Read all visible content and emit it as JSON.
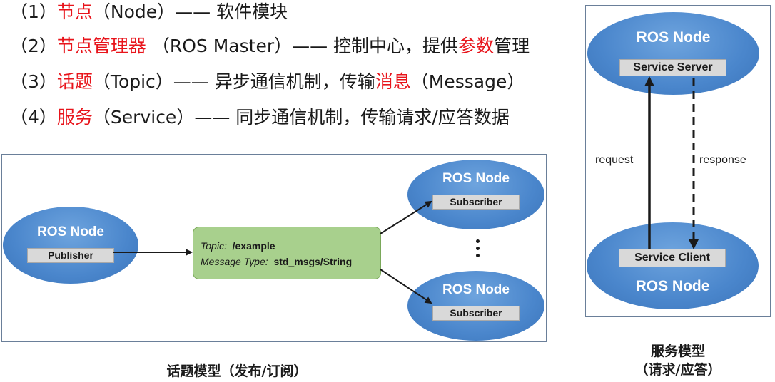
{
  "concepts": [
    {
      "num": "（1）",
      "term": "节点",
      "desc": "（Node）—— 软件模块"
    },
    {
      "num": "（2）",
      "term": "节点管理器",
      "desc_a": " （ROS Master）—— 控制中心，提供",
      "highlight": "参数",
      "desc_b": "管理"
    },
    {
      "num": "（3）",
      "term": "话题",
      "desc_a": "（Topic）—— 异步通信机制，传输",
      "highlight": "消息",
      "desc_b": "（Message）"
    },
    {
      "num": "（4）",
      "term": "服务",
      "desc": "（Service）—— 同步通信机制，传输请求/应答数据"
    }
  ],
  "topic_model": {
    "publisher_node": {
      "title": "ROS Node",
      "role": "Publisher"
    },
    "subscriber_nodes": [
      {
        "title": "ROS Node",
        "role": "Subscriber"
      },
      {
        "title": "ROS Node",
        "role": "Subscriber"
      }
    ],
    "topic": {
      "topic_label": "Topic:",
      "topic_value": "/example",
      "type_label": "Message Type:",
      "type_value": "std_msgs/String"
    },
    "caption": "话题模型（发布/订阅）"
  },
  "service_model": {
    "server_node": {
      "title": "ROS Node",
      "role": "Service Server"
    },
    "client_node": {
      "title": "ROS Node",
      "role": "Service Client"
    },
    "request_label": "request",
    "response_label": "response",
    "caption_line1": "服务模型",
    "caption_line2": "（请求/应答）"
  },
  "colors": {
    "highlight": "#e8141b",
    "node_blue": "#4a86cc",
    "topic_green": "#a8d08d"
  }
}
